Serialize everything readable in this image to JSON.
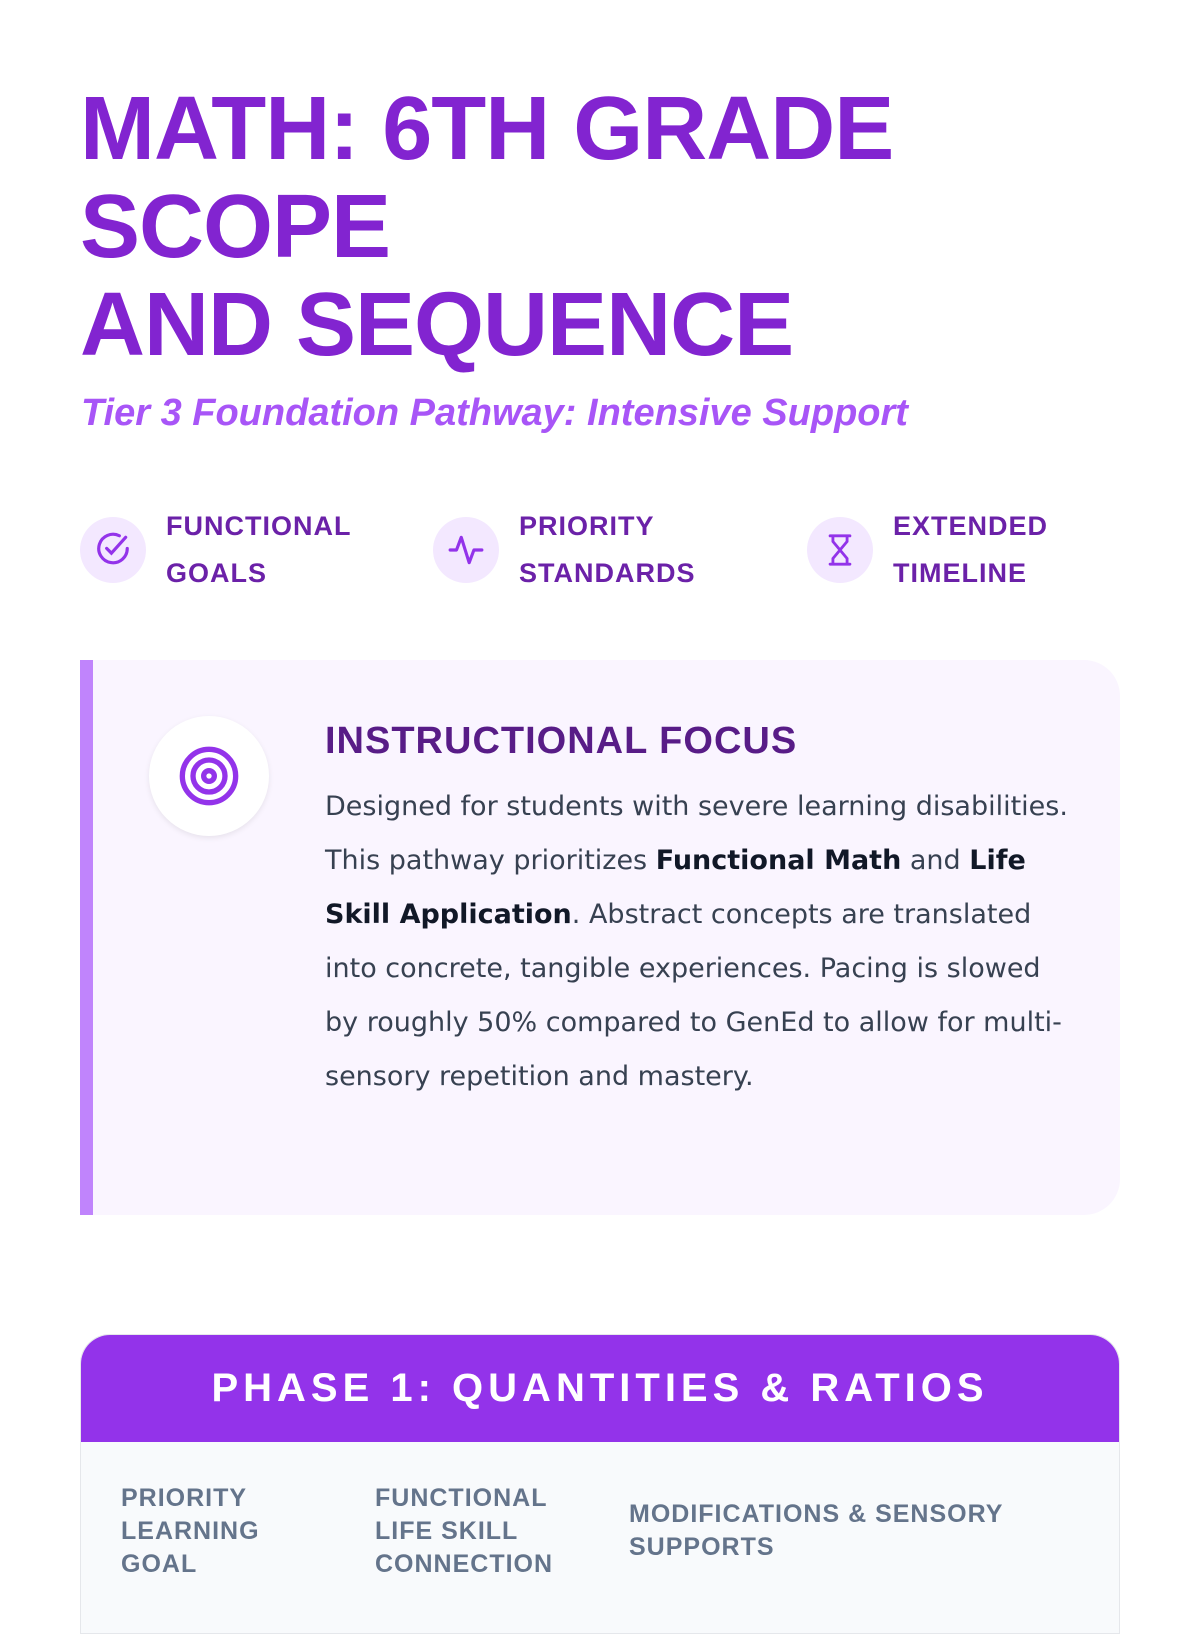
{
  "title": {
    "line1": "MATH: 6TH GRADE SCOPE",
    "line2": "AND SEQUENCE"
  },
  "subtitle": "Tier 3 Foundation Pathway: Intensive Support",
  "features": [
    {
      "icon": "check-circle-icon",
      "line1": "FUNCTIONAL",
      "line2": "GOALS"
    },
    {
      "icon": "pulse-icon",
      "line1": "PRIORITY",
      "line2": "STANDARDS"
    },
    {
      "icon": "hourglass-icon",
      "line1": "EXTENDED",
      "line2": "TIMELINE"
    }
  ],
  "focus": {
    "icon": "target-icon",
    "heading": "INSTRUCTIONAL FOCUS",
    "t1": "Designed for students with severe learning disabilities. This pathway prioritizes ",
    "b1": "Functional Math",
    "t2": " and ",
    "b2": "Life Skill Application",
    "t3": ". Abstract concepts are translated into concrete, tangible experiences. Pacing is slowed by roughly 50% compared to GenEd to allow for multi-sensory repetition and mastery."
  },
  "phase": {
    "title": "PHASE 1: QUANTITIES & RATIOS",
    "columns": [
      "PRIORITY LEARNING GOAL",
      "FUNCTIONAL LIFE SKILL CONNECTION",
      "MODIFICATIONS & SENSORY SUPPORTS"
    ]
  },
  "colors": {
    "primary": "#8224d0",
    "accent": "#9333ea",
    "light": "#f3e8ff"
  }
}
